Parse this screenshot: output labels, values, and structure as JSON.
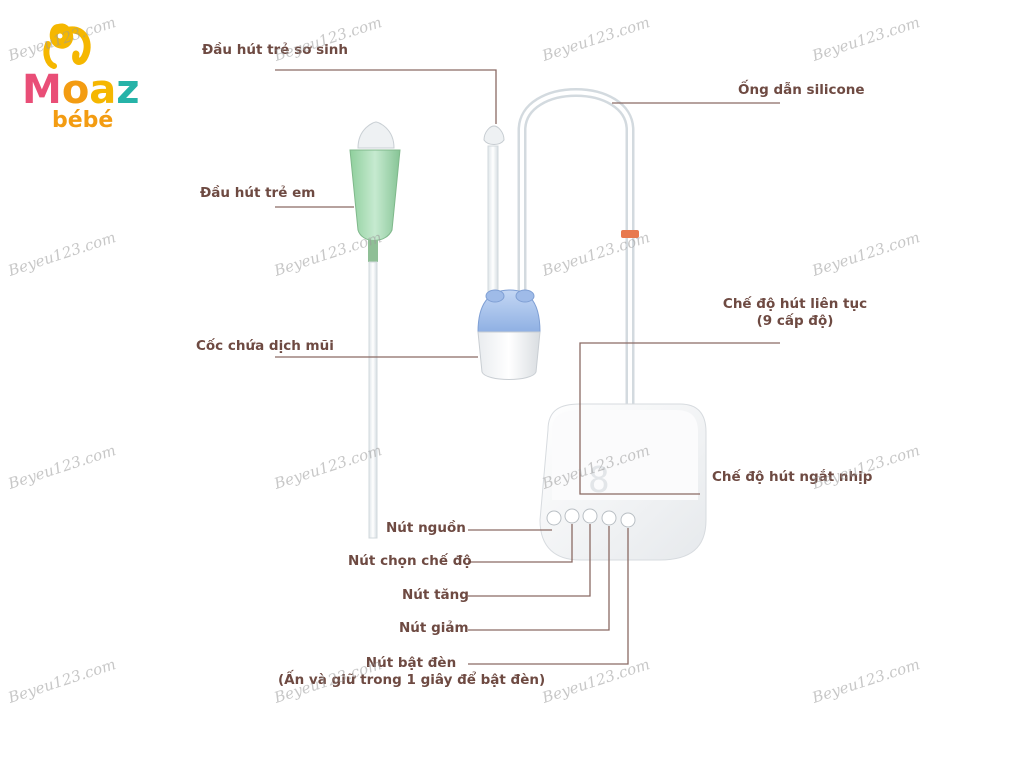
{
  "brand": {
    "logo_main": "Moaz",
    "logo_sub": "bébé"
  },
  "watermark": "Beyeu123.com",
  "labels": {
    "newborn_tip": "Đầu hút trẻ sơ sinh",
    "silicone_tube": "Ống dẫn silicone",
    "child_tip": "Đầu hút trẻ em",
    "mucus_cup": "Cốc chứa dịch mũi",
    "continuous_mode_line1": "Chế độ hút liên tục",
    "continuous_mode_line2": "(9 cấp độ)",
    "pulse_mode": "Chế độ hút ngắt nhịp",
    "power_button": "Nút nguồn",
    "mode_button": "Nút chọn chế độ",
    "increase_button": "Nút tăng",
    "decrease_button": "Nút giảm",
    "light_button_line1": "Nút bật đèn",
    "light_button_line2": "(Ấn và giữ trong 1 giây để bật đèn)"
  },
  "device": {
    "display_digit": "8"
  },
  "colors": {
    "label_text": "#6e4a42",
    "leader_line": "#8a6a63",
    "cup_blue": "#a9c4ee",
    "tube_green": "#a8d8b0"
  }
}
